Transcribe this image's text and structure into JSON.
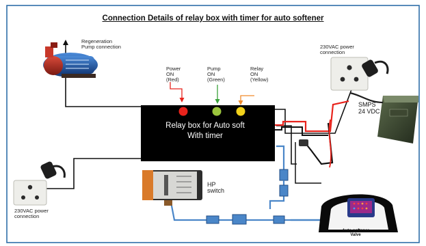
{
  "title": "Connection Details of relay box with timer for auto softener",
  "relay_box": {
    "label": "Relay box for Auto soft\nWith timer"
  },
  "indicators": [
    {
      "label": "Power\nON\n(Red)",
      "color": "#e8231c"
    },
    {
      "label": "Pump\nON\n(Green)",
      "color": "#9bc53d"
    },
    {
      "label": "Relay\nON\n(Yellow)",
      "color": "#f2d21b"
    }
  ],
  "regeneration": {
    "label": "Regeneration\nPump connection"
  },
  "power_top": {
    "label": "230VAC power\nconnection"
  },
  "power_bottom": {
    "label": "230VAC power\nconnection"
  },
  "smps": {
    "label": "SMPS\n24 VDC"
  },
  "hp_switch": {
    "label": "HP\nswitch"
  },
  "valve": {
    "label": "Auto-softener\nValve"
  },
  "colors": {
    "relay_box": "#000000",
    "border": "#2e6ea8",
    "hose": "#4a86c8",
    "wire_red": "#e8231c",
    "arrow_red": "#e8231c",
    "arrow_green": "#3aa23a",
    "arrow_orange": "#f08a2a"
  }
}
